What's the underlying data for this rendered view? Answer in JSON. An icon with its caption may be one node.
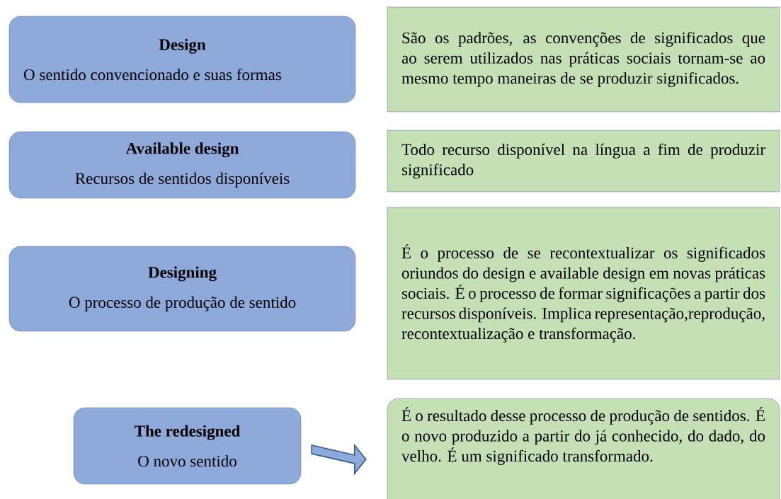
{
  "diagram": {
    "nodes": [
      {
        "text": [
          "Design",
          "O sentido convencionado e suas formas"
        ]
      },
      {
        "text": [
          "São os padrões, as convenções de significados que ao serem utilizados nas práticas sociais tornam-se ao mesmo tempo maneiras de se produzir significados."
        ]
      },
      {
        "text": [
          "Available design",
          "Recursos de sentidos disponíveis"
        ]
      },
      {
        "text": [
          "Todo recurso disponível na língua a fim de produzir significado"
        ]
      },
      {
        "text": [
          "Designing",
          "O processo de produção de sentido"
        ]
      },
      {
        "text": [
          "É o processo de se recontextualizar os significados oriundos do design e available design em novas práticas sociais. É o processo de formar significações a partir dos recursos disponíveis. Implica representação,reprodução, recontextualização e transformação."
        ]
      },
      {
        "text": [
          "The redesigned",
          "O novo sentido"
        ]
      },
      {
        "text": [
          "É o resultado desse processo de produção de sentidos. É o novo produzido a partir do já conhecido, do dado, do velho. É um significado transformado."
        ]
      }
    ],
    "edges": [
      {
        "from": 6,
        "to": 7,
        "arrow": "to"
      }
    ]
  }
}
